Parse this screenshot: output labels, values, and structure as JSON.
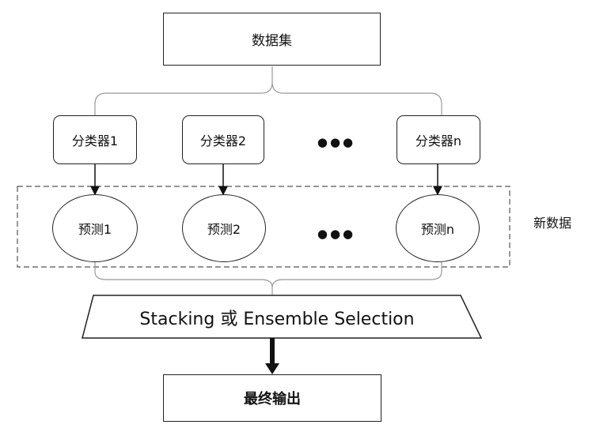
{
  "dataset": {
    "label": "数据集"
  },
  "classifiers": [
    {
      "label": "分类器1"
    },
    {
      "label": "分类器2"
    },
    {
      "label": "分类器n"
    }
  ],
  "predictions": [
    {
      "label": "预测1"
    },
    {
      "label": "预测2"
    },
    {
      "label": "预测n"
    }
  ],
  "ellipsis": "●●●",
  "new_data_label": "新数据",
  "combiner": {
    "label": "Stacking 或 Ensemble Selection"
  },
  "output": {
    "label": "最终输出"
  }
}
